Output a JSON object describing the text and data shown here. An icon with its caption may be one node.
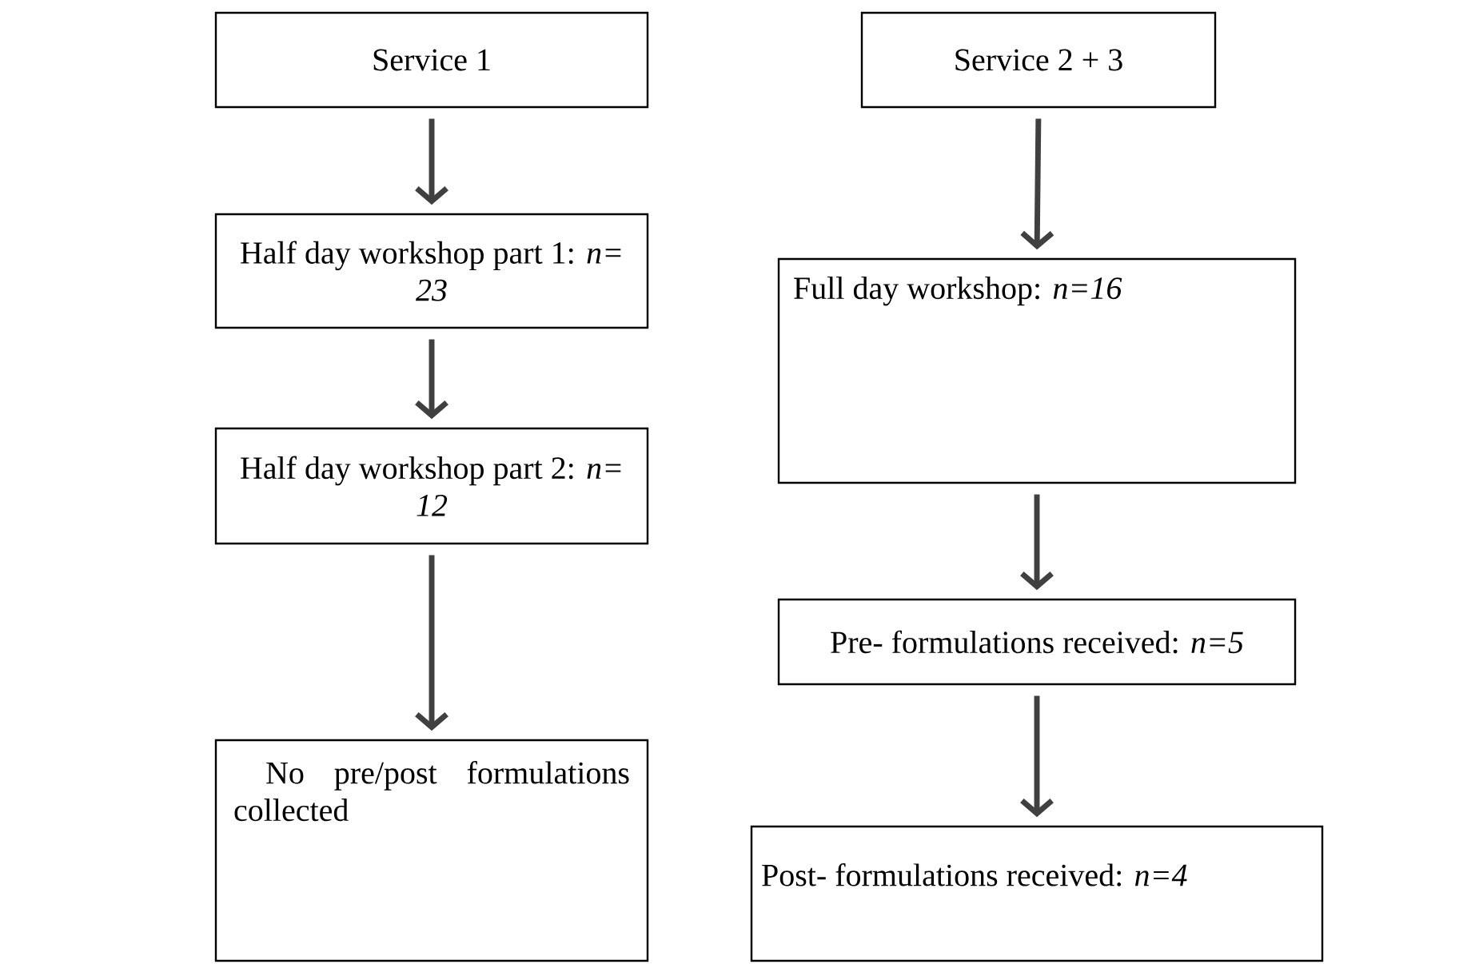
{
  "diagram": {
    "nodes": [
      {
        "text": [
          "Service 1"
        ]
      },
      {
        "text": [
          "Half day workshop part 1: *n= 23*"
        ]
      },
      {
        "text": [
          "Half day workshop part 2: *n= 12*"
        ]
      },
      {
        "text": [
          "No pre/post formulations collected"
        ]
      },
      {
        "text": [
          "Service 2 + 3"
        ]
      },
      {
        "text": [
          "Full day workshop: *n=16*"
        ]
      },
      {
        "text": [
          "Pre- formulations received: *n=5*"
        ]
      },
      {
        "text": [
          "Post- formulations received: *n=4*"
        ]
      }
    ],
    "edges": [
      {
        "from": 0,
        "to": 1,
        "arrow": "to"
      },
      {
        "from": 1,
        "to": 2,
        "arrow": "to"
      },
      {
        "from": 2,
        "to": 3,
        "arrow": "to"
      },
      {
        "from": 4,
        "to": 5,
        "arrow": "to"
      },
      {
        "from": 5,
        "to": 6,
        "arrow": "to"
      },
      {
        "from": 6,
        "to": 7,
        "arrow": "to"
      }
    ]
  }
}
